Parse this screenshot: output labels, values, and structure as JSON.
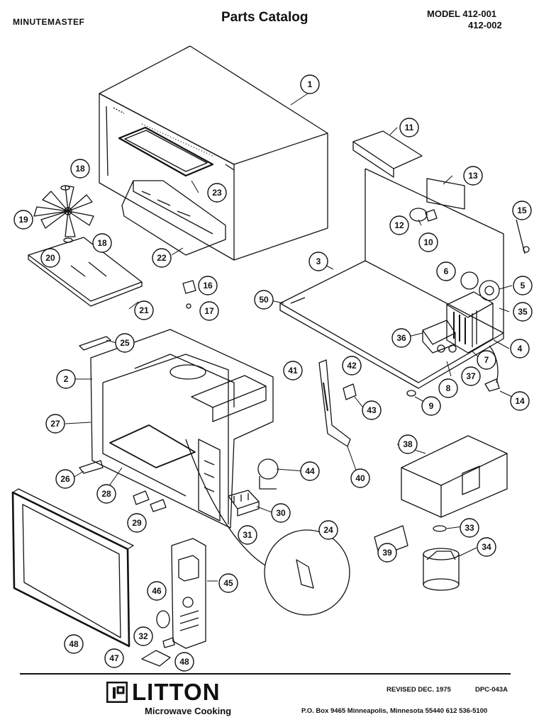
{
  "header": {
    "brand": "MINUTEMASTEF",
    "title": "Parts Catalog",
    "model_line1": "MODEL 412-001",
    "model_line2": "412-002"
  },
  "callouts": [
    "1",
    "2",
    "3",
    "4",
    "5",
    "6",
    "7",
    "8",
    "9",
    "10",
    "11",
    "12",
    "13",
    "14",
    "15",
    "16",
    "17",
    "18",
    "18",
    "19",
    "20",
    "21",
    "22",
    "23",
    "24",
    "25",
    "26",
    "27",
    "28",
    "29",
    "30",
    "31",
    "32",
    "33",
    "34",
    "35",
    "36",
    "37",
    "38",
    "39",
    "40",
    "41",
    "42",
    "43",
    "44",
    "45",
    "46",
    "47",
    "48",
    "48",
    "50"
  ],
  "footer": {
    "company": "LITTON",
    "division": "Microwave Cooking",
    "revised": "REVISED DEC. 1975",
    "doc_number": "DPC-043A",
    "address": "P.O. Box 9465   Minneapolis, Minnesota 55440   612  536-5100"
  }
}
